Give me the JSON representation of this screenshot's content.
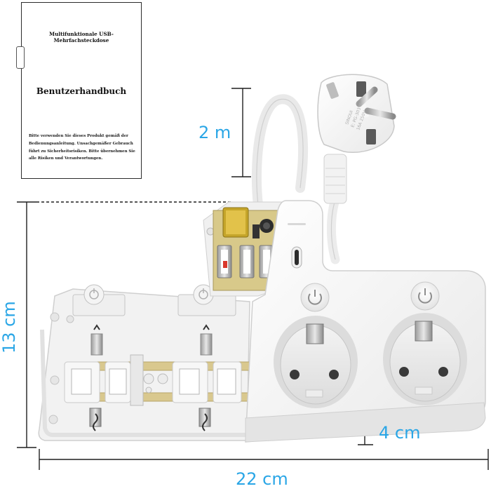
{
  "manual": {
    "product_title": "Multifunktionale USB-Mehrfachsteckdose",
    "heading": "Benutzerhandbuch",
    "body_lines": [
      "Bitte verwenden Sie dieses Produkt gemäß der",
      "Bedienungsanleitung. Unsachgemäßer Gebrauch",
      "führt zu Sicherheitsrisiken. Bitte übernehmen Sie",
      "alle Risiken und Verantwortungen."
    ]
  },
  "dimensions": {
    "cable": "2 m",
    "depth": "13 cm",
    "height": "4 cm",
    "width": "22 cm"
  },
  "plug_marks": [
    "SINOUI",
    "E: PG-303 M",
    "16A 250V"
  ],
  "colors": {
    "dimension_text": "#2aa6e6",
    "housing": "#f4f4f4",
    "dimension_line": "#1f1f1f",
    "pcb": "#d8c98a"
  }
}
